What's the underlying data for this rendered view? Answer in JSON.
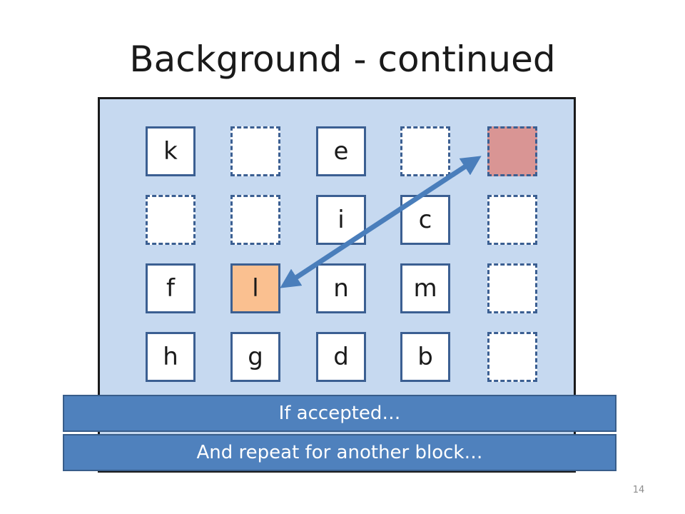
{
  "title": "Background - continued",
  "slide_number": "14",
  "banners": {
    "accepted": "If accepted…",
    "repeat": "And repeat for another block…"
  },
  "grid": {
    "rows": [
      [
        {
          "label": "k",
          "style": "solid"
        },
        {
          "label": "",
          "style": "empty"
        },
        {
          "label": "e",
          "style": "solid"
        },
        {
          "label": "",
          "style": "empty"
        },
        {
          "label": "",
          "style": "red"
        }
      ],
      [
        {
          "label": "",
          "style": "empty"
        },
        {
          "label": "",
          "style": "empty"
        },
        {
          "label": "i",
          "style": "solid"
        },
        {
          "label": "c",
          "style": "solid"
        },
        {
          "label": "",
          "style": "empty"
        }
      ],
      [
        {
          "label": "f",
          "style": "solid"
        },
        {
          "label": "l",
          "style": "orange"
        },
        {
          "label": "n",
          "style": "solid"
        },
        {
          "label": "m",
          "style": "solid"
        },
        {
          "label": "",
          "style": "empty"
        }
      ],
      [
        {
          "label": "h",
          "style": "solid"
        },
        {
          "label": "g",
          "style": "solid"
        },
        {
          "label": "d",
          "style": "solid"
        },
        {
          "label": "b",
          "style": "solid"
        },
        {
          "label": "",
          "style": "empty"
        }
      ]
    ]
  },
  "colors": {
    "panel": "#c6d9f0",
    "cell_border": "#3b5f92",
    "highlight_orange": "#fac090",
    "highlight_red": "#d99594",
    "arrow": "#4a7ebb",
    "banner": "#4f81bd"
  }
}
